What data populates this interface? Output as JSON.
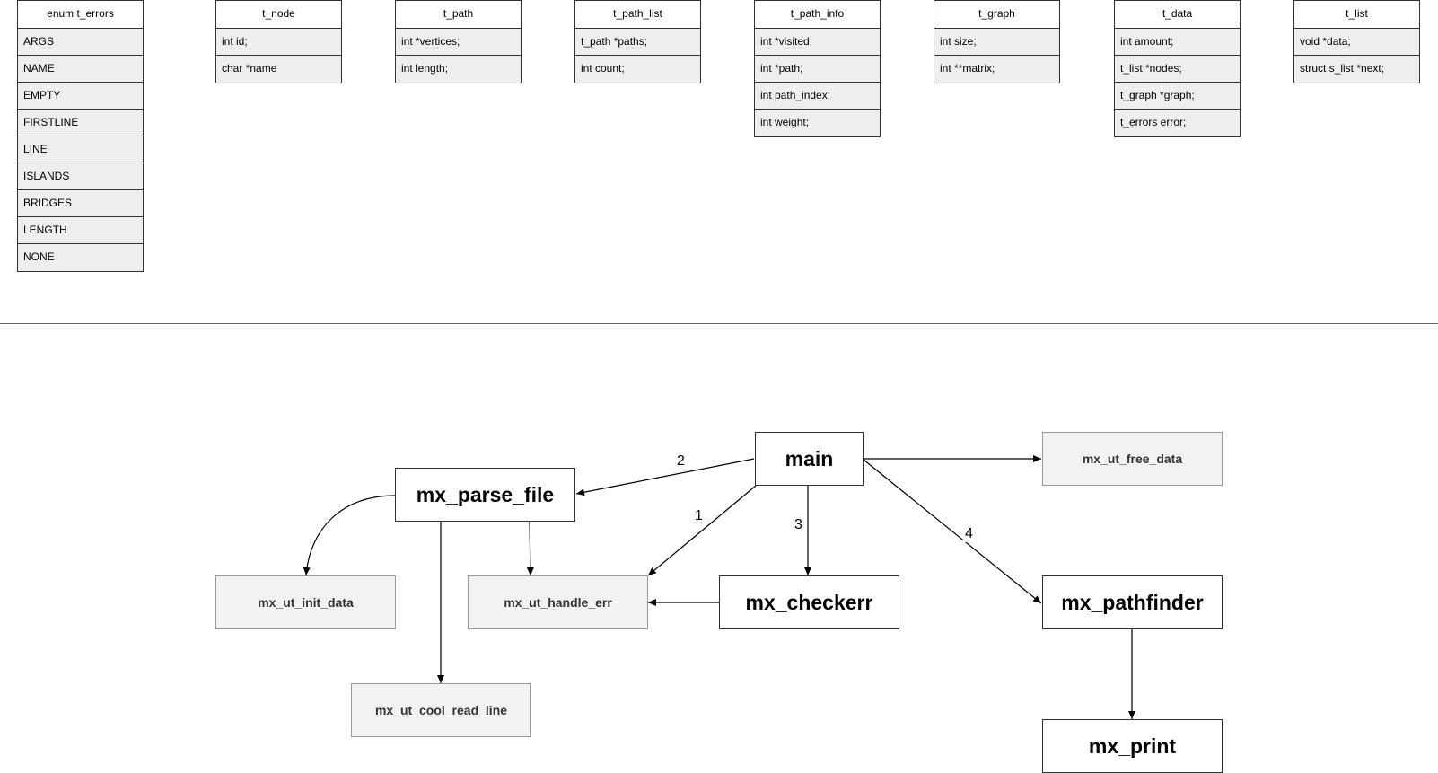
{
  "structs": [
    {
      "name": "enum t_errors",
      "fields": [
        "ARGS",
        "NAME",
        "EMPTY",
        "FIRSTLINE",
        "LINE",
        "ISLANDS",
        "BRIDGES",
        "LENGTH",
        "NONE"
      ]
    },
    {
      "name": "t_node",
      "fields": [
        "int id;",
        "char *name"
      ]
    },
    {
      "name": "t_path",
      "fields": [
        "int *vertices;",
        "int length;"
      ]
    },
    {
      "name": "t_path_list",
      "fields": [
        "t_path *paths;",
        "int count;"
      ]
    },
    {
      "name": "t_path_info",
      "fields": [
        "int *visited;",
        "int *path;",
        "int path_index;",
        "int weight;"
      ]
    },
    {
      "name": "t_graph",
      "fields": [
        "int size;",
        "int **matrix;"
      ]
    },
    {
      "name": "t_data",
      "fields": [
        "int amount;",
        "t_list *nodes;",
        "t_graph *graph;",
        "t_errors error;"
      ]
    },
    {
      "name": "t_list",
      "fields": [
        "void *data;",
        "struct s_list *next;"
      ]
    }
  ],
  "functions": {
    "main": "main",
    "mx_parse_file": "mx_parse_file",
    "mx_checkerr": "mx_checkerr",
    "mx_pathfinder": "mx_pathfinder",
    "mx_print": "mx_print",
    "mx_ut_free_data": "mx_ut_free_data",
    "mx_ut_init_data": "mx_ut_init_data",
    "mx_ut_handle_err": "mx_ut_handle_err",
    "mx_ut_cool_read_line": "mx_ut_cool_read_line"
  },
  "edge_labels": {
    "main_to_parse": "2",
    "main_to_handle": "1",
    "main_to_checkerr": "3",
    "main_to_pathfinder": "4"
  }
}
